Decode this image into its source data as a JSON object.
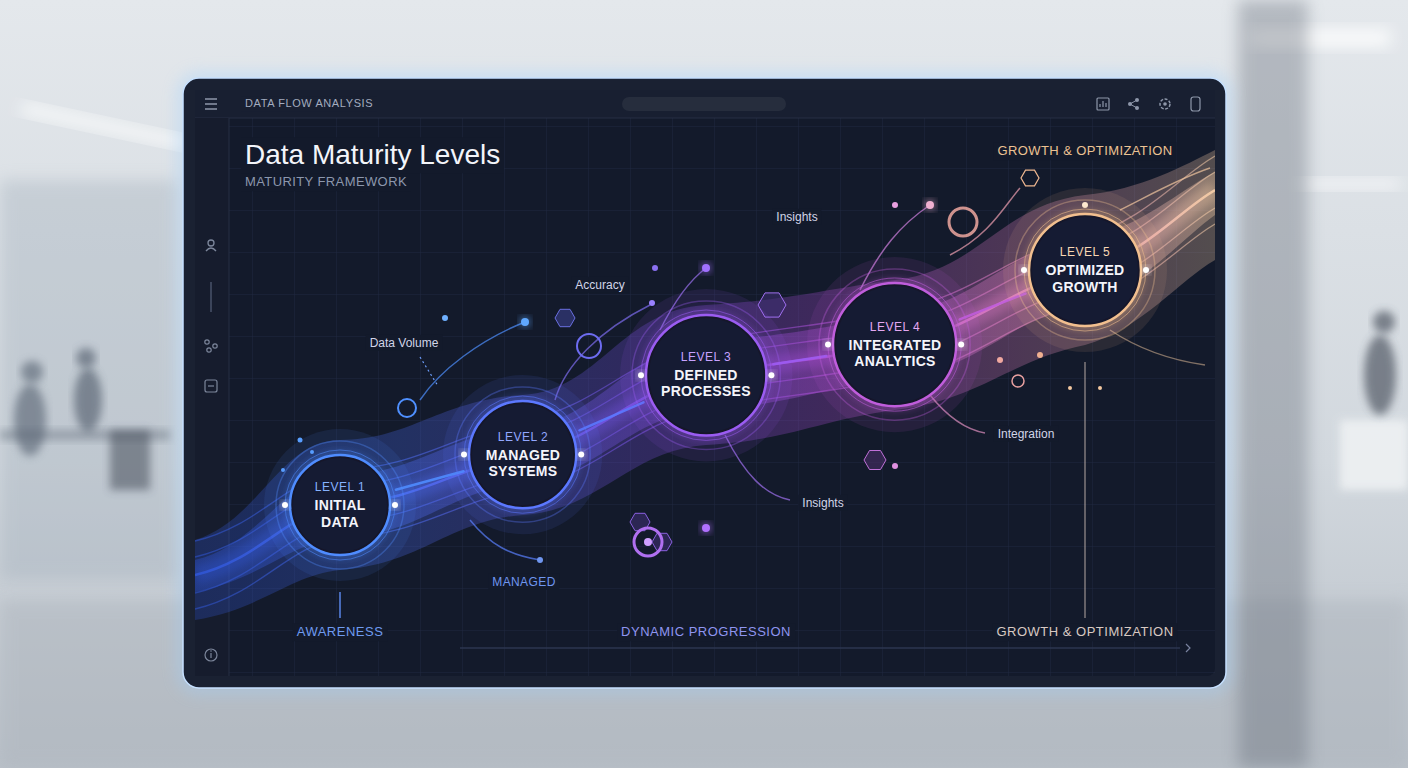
{
  "diagram": {
    "title": "Data Maturity Levels",
    "nodes": [
      {
        "text": [
          "LEVEL 1",
          "INITIAL DATA"
        ]
      },
      {
        "text": [
          "LEVEL 2",
          "MANAGED SYSTEMS"
        ]
      },
      {
        "text": [
          "LEVEL 3",
          "DEFINED PROCESSES"
        ]
      },
      {
        "text": [
          "LEVEL 4",
          "INTEGRATED ANALYTICS"
        ]
      },
      {
        "text": [
          "LEVEL 5",
          "OPTIMIZED GROWTH"
        ]
      }
    ],
    "edges": [
      {
        "from": 0,
        "to": 1,
        "arrow": "none"
      },
      {
        "from": 1,
        "to": 2,
        "arrow": "none"
      },
      {
        "from": 2,
        "to": 3,
        "arrow": "none"
      },
      {
        "from": 3,
        "to": 4,
        "arrow": "none"
      }
    ],
    "labels": [
      "DATA FLOW ANALYSIS",
      "MATURITY FRAMEWORK",
      "GROWTH & OPTIMIZATION",
      "Insights",
      "Accuracy",
      "Data Volume",
      "Integration",
      "Insights",
      "MANAGED",
      "AWARENESS",
      "DYNAMIC PROGRESSION",
      "GROWTH & OPTIMIZATION"
    ]
  }
}
